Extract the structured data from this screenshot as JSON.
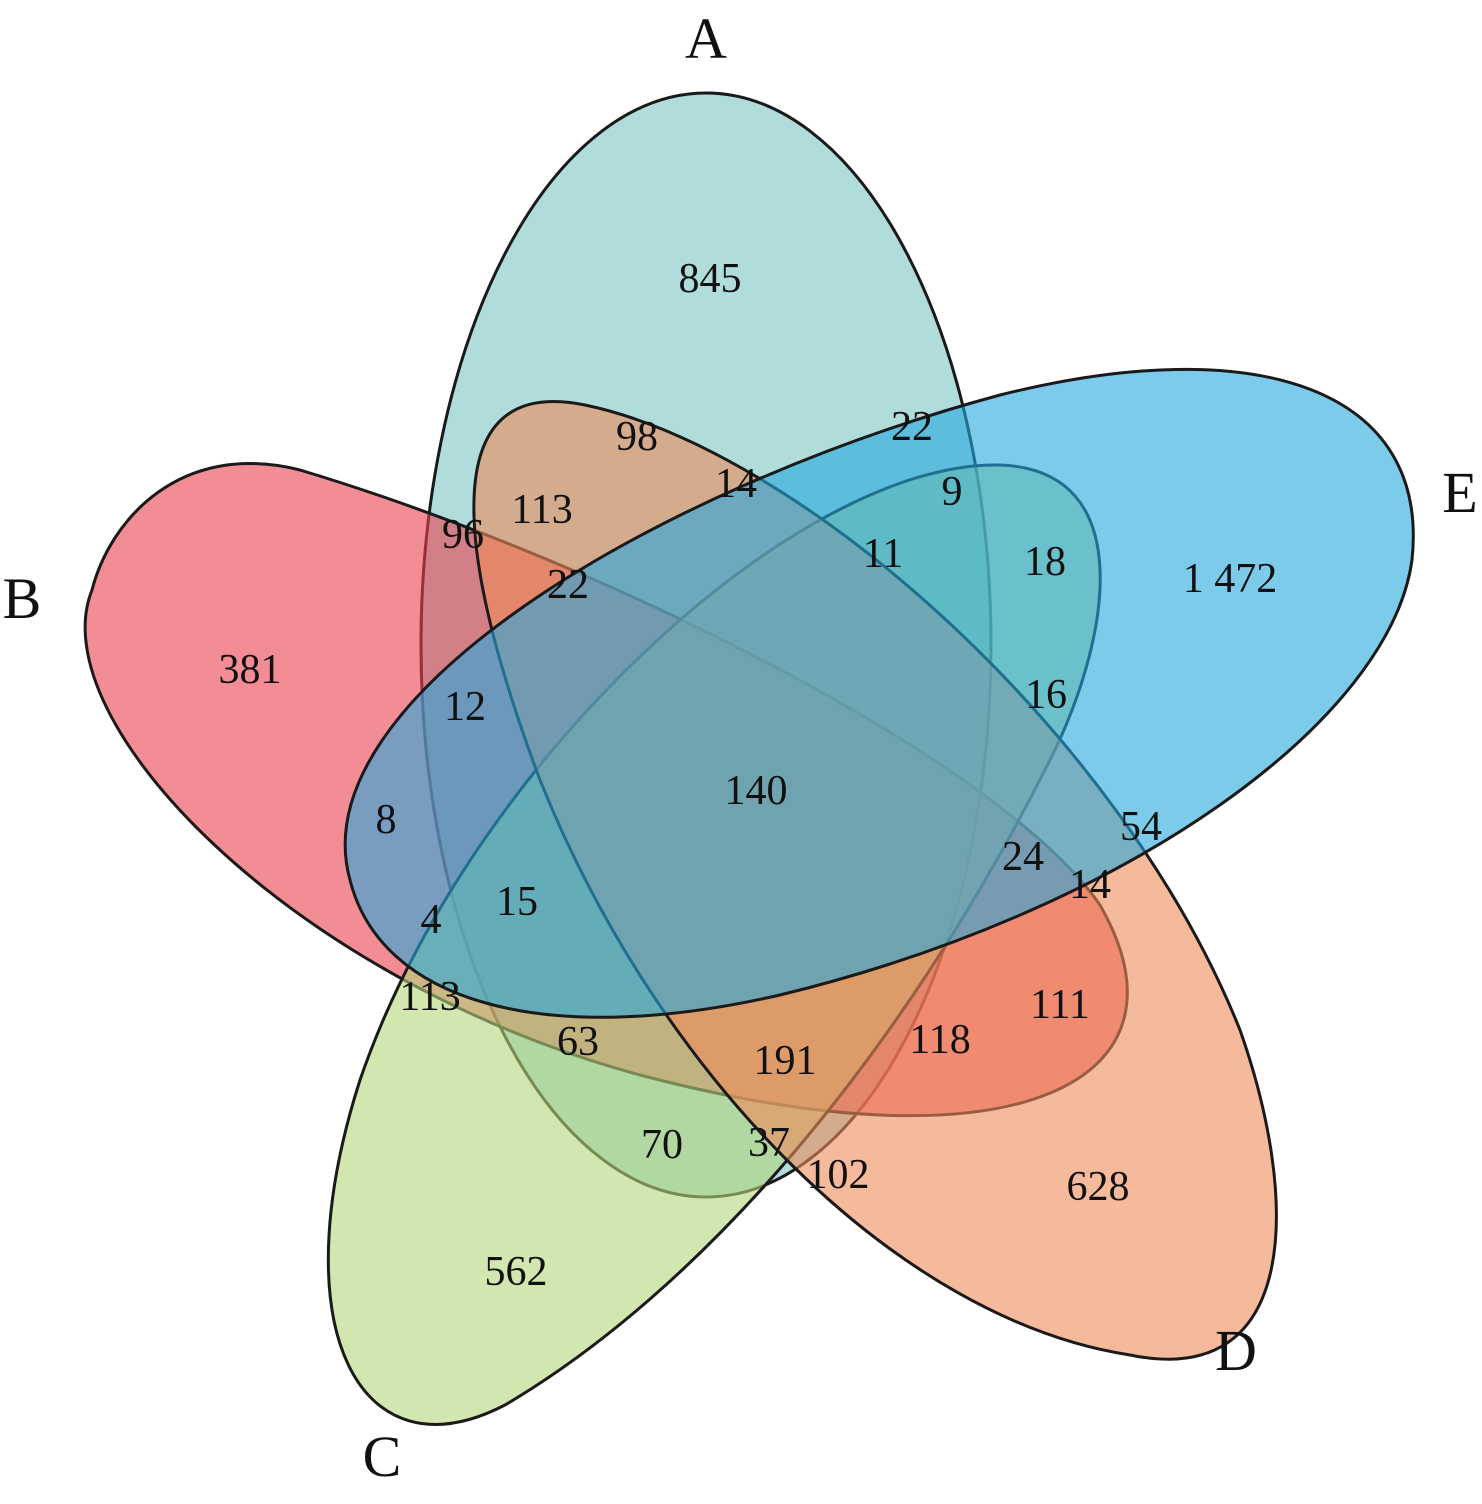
{
  "sets": [
    {
      "id": "A",
      "label": "A",
      "color": "#7cc6c4"
    },
    {
      "id": "B",
      "label": "B",
      "color": "#e9414f"
    },
    {
      "id": "C",
      "label": "C",
      "color": "#b4d57c"
    },
    {
      "id": "D",
      "label": "D",
      "color": "#ee8a5a"
    },
    {
      "id": "E",
      "label": "E",
      "color": "#27a9dd"
    }
  ],
  "regions": [
    {
      "sets": [
        "A"
      ],
      "value": "845"
    },
    {
      "sets": [
        "B"
      ],
      "value": "381"
    },
    {
      "sets": [
        "C"
      ],
      "value": "562"
    },
    {
      "sets": [
        "D"
      ],
      "value": "628"
    },
    {
      "sets": [
        "E"
      ],
      "value": "1 472"
    },
    {
      "sets": [
        "A",
        "D"
      ],
      "value": "98"
    },
    {
      "sets": [
        "A",
        "E"
      ],
      "value": "22"
    },
    {
      "sets": [
        "A",
        "D",
        "E"
      ],
      "value": "14"
    },
    {
      "sets": [
        "A",
        "B",
        "D"
      ],
      "value": "113"
    },
    {
      "sets": [
        "A",
        "B"
      ],
      "value": "96"
    },
    {
      "sets": [
        "A",
        "C",
        "E"
      ],
      "value": "9"
    },
    {
      "sets": [
        "A",
        "C",
        "D",
        "E"
      ],
      "value": "11"
    },
    {
      "sets": [
        "C",
        "E"
      ],
      "value": "18"
    },
    {
      "sets": [
        "A",
        "B",
        "D",
        "E"
      ],
      "value": "22"
    },
    {
      "sets": [
        "B",
        "C",
        "E"
      ],
      "value": "16"
    },
    {
      "sets": [
        "A",
        "B",
        "E"
      ],
      "value": "12"
    },
    {
      "sets": [
        "B",
        "E"
      ],
      "value": "8"
    },
    {
      "sets": [
        "A",
        "B",
        "C",
        "D",
        "E"
      ],
      "value": "140"
    },
    {
      "sets": [
        "B",
        "C",
        "D",
        "E"
      ],
      "value": "24"
    },
    {
      "sets": [
        "D",
        "E"
      ],
      "value": "54"
    },
    {
      "sets": [
        "B",
        "D",
        "E"
      ],
      "value": "14"
    },
    {
      "sets": [
        "A",
        "B",
        "C",
        "E"
      ],
      "value": "15"
    },
    {
      "sets": [
        "B",
        "C",
        "E",
        "A"
      ],
      "value": "4"
    },
    {
      "sets": [
        "B",
        "C"
      ],
      "value": "113"
    },
    {
      "sets": [
        "A",
        "B",
        "C"
      ],
      "value": "63"
    },
    {
      "sets": [
        "B",
        "C",
        "D",
        "A"
      ],
      "value": "191"
    },
    {
      "sets": [
        "B",
        "C",
        "D"
      ],
      "value": "118"
    },
    {
      "sets": [
        "B",
        "D"
      ],
      "value": "111"
    },
    {
      "sets": [
        "A",
        "C"
      ],
      "value": "70"
    },
    {
      "sets": [
        "A",
        "C",
        "D"
      ],
      "value": "37"
    },
    {
      "sets": [
        "C",
        "D"
      ],
      "value": "102"
    }
  ]
}
